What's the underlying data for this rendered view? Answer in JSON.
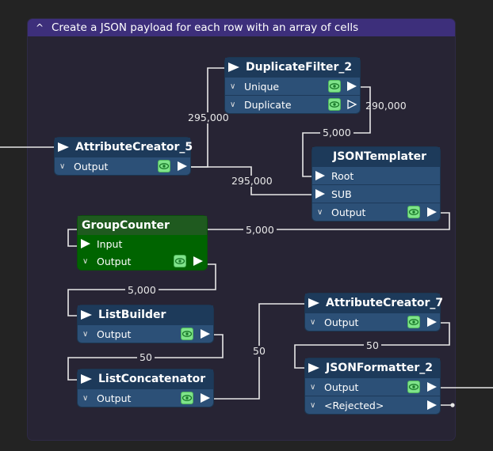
{
  "bookmark": {
    "title": "Create a JSON payload for each row with an array of cells",
    "caret_icon": "chevron-up-icon",
    "header_color": "#3d2f7b"
  },
  "nodes": {
    "duplicate_filter": {
      "name": "DuplicateFilter_2",
      "ports": [
        "Unique",
        "Duplicate"
      ]
    },
    "attribute_creator_5": {
      "name": "AttributeCreator_5",
      "ports": [
        "Output"
      ]
    },
    "json_templater": {
      "name": "JSONTemplater",
      "inputs": [
        "Root",
        "SUB"
      ],
      "ports": [
        "Output"
      ]
    },
    "group_counter": {
      "name": "GroupCounter",
      "inputs": [
        "Input"
      ],
      "ports": [
        "Output"
      ],
      "color": "#006400"
    },
    "list_builder": {
      "name": "ListBuilder",
      "ports": [
        "Output"
      ]
    },
    "list_concatenator": {
      "name": "ListConcatenator",
      "ports": [
        "Output"
      ]
    },
    "attribute_creator_7": {
      "name": "AttributeCreator_7",
      "ports": [
        "Output"
      ]
    },
    "json_formatter": {
      "name": "JSONFormatter_2",
      "ports": [
        "Output",
        "<Rejected>"
      ]
    }
  },
  "connections": {
    "ac5_to_dup": "295,000",
    "dup_duplicate_out": "290,000",
    "dup_unique_to_root": "5,000",
    "ac5_to_sub": "295,000",
    "templater_to_groupcounter": "5,000",
    "groupcounter_to_listbuilder": "5,000",
    "listbuilder_to_concat": "50",
    "concat_to_ac7": "50",
    "ac7_to_formatter": "50"
  },
  "colors": {
    "node_body": "#2c5077",
    "node_title": "#1d3a5a",
    "feature_eye": "#7fe38a",
    "canvas": "#232323"
  }
}
